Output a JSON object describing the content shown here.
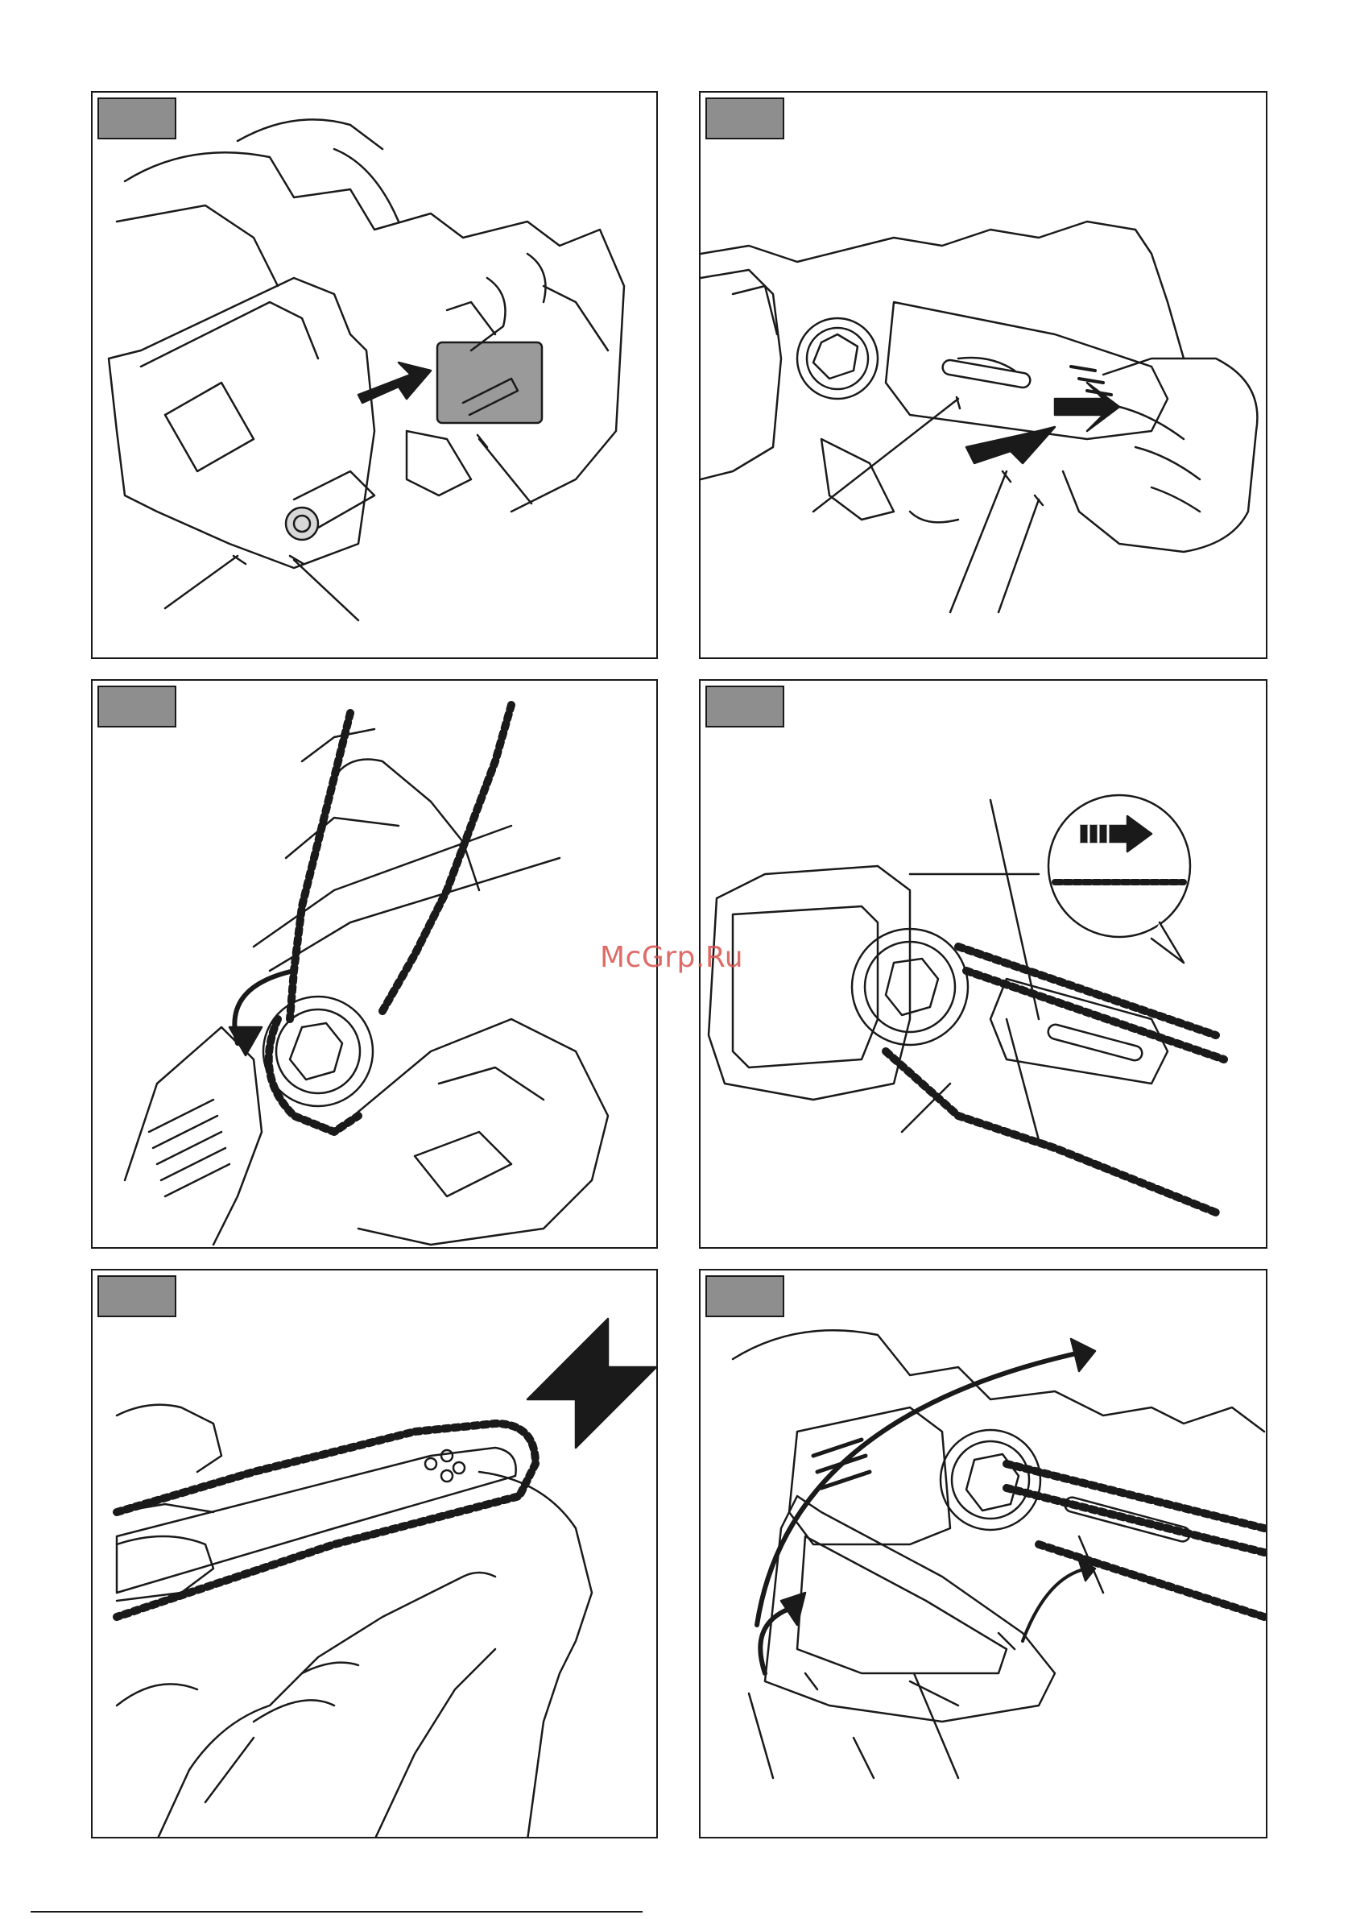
{
  "watermark": {
    "text": "McGrp.Ru"
  },
  "colors": {
    "ink": "#1a1a1a",
    "tag": "#8e8e8e",
    "watermark": "#d9534f",
    "plate": "#9a9a9a"
  },
  "panels": [
    {
      "id": "cover-removal"
    },
    {
      "id": "bar-mount"
    },
    {
      "id": "chain-onto-sprocket"
    },
    {
      "id": "chain-direction"
    },
    {
      "id": "chain-onto-bar-tip"
    },
    {
      "id": "cover-reinstall"
    }
  ]
}
